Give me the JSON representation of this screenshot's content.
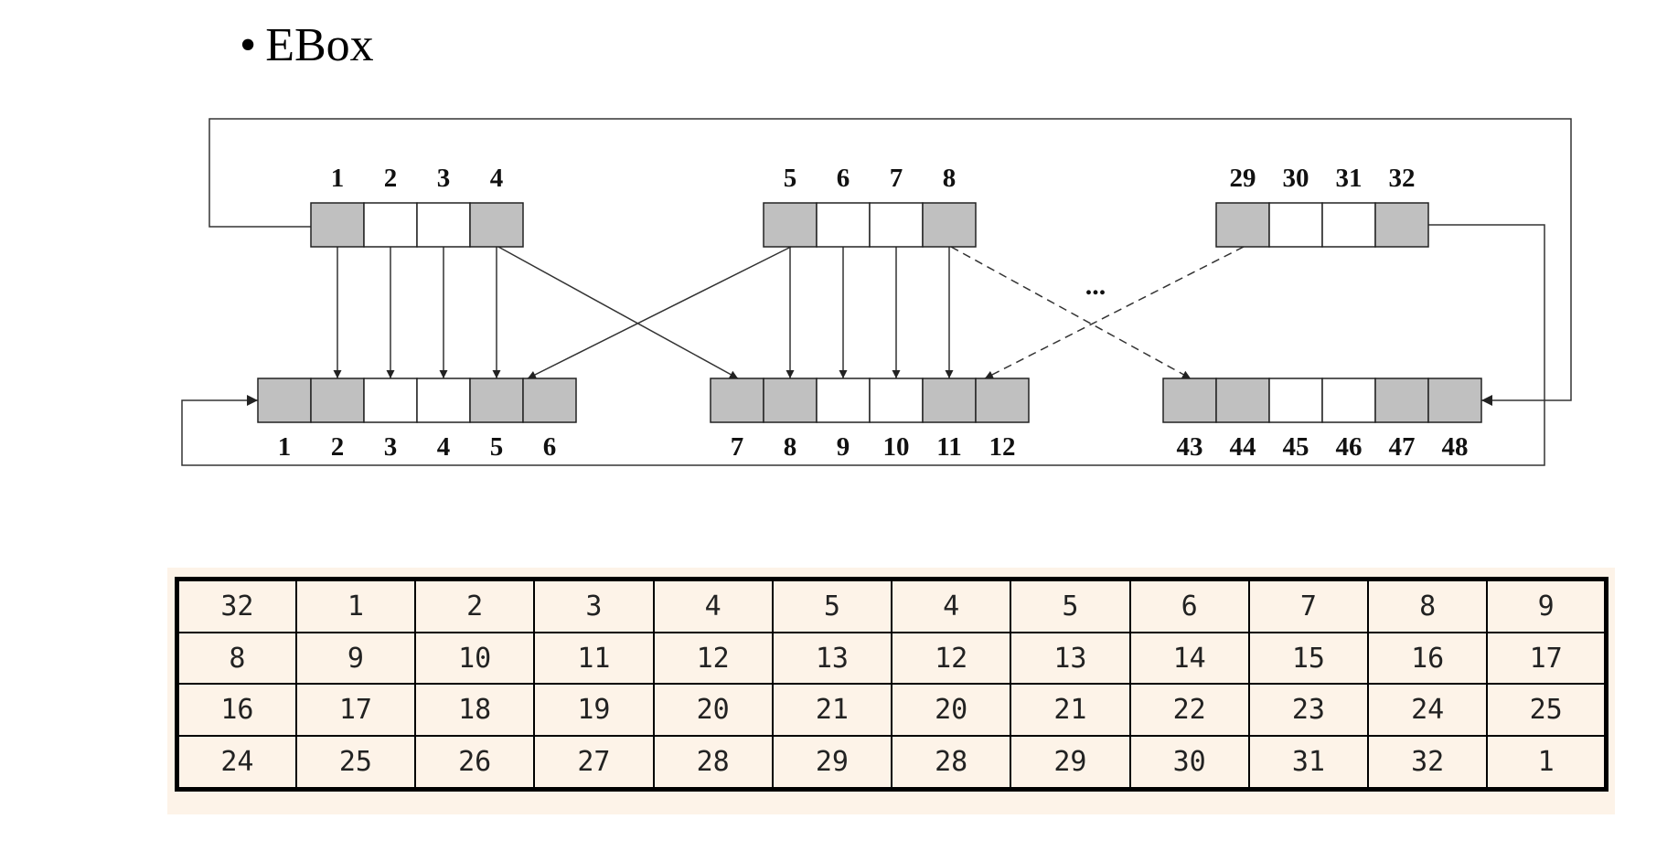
{
  "bullet": {
    "symbol": "•",
    "text": "EBox"
  },
  "diagram": {
    "top_labels": [
      [
        "1",
        "2",
        "3",
        "4"
      ],
      [
        "5",
        "6",
        "7",
        "8"
      ],
      [
        "29",
        "30",
        "31",
        "32"
      ]
    ],
    "bottom_labels": [
      [
        "1",
        "2",
        "3",
        "4",
        "5",
        "6"
      ],
      [
        "7",
        "8",
        "9",
        "10",
        "11",
        "12"
      ],
      [
        "43",
        "44",
        "45",
        "46",
        "47",
        "48"
      ]
    ],
    "ellipsis": "...",
    "colors": {
      "shaded": "#c0c0c0",
      "plain": "#ffffff",
      "line": "#333333"
    }
  },
  "table": {
    "rows": [
      [
        "32",
        "1",
        "2",
        "3",
        "4",
        "5",
        "4",
        "5",
        "6",
        "7",
        "8",
        "9"
      ],
      [
        "8",
        "9",
        "10",
        "11",
        "12",
        "13",
        "12",
        "13",
        "14",
        "15",
        "16",
        "17"
      ],
      [
        "16",
        "17",
        "18",
        "19",
        "20",
        "21",
        "20",
        "21",
        "22",
        "23",
        "24",
        "25"
      ],
      [
        "24",
        "25",
        "26",
        "27",
        "28",
        "29",
        "28",
        "29",
        "30",
        "31",
        "32",
        "1"
      ]
    ],
    "background": "#fdf3e8"
  }
}
